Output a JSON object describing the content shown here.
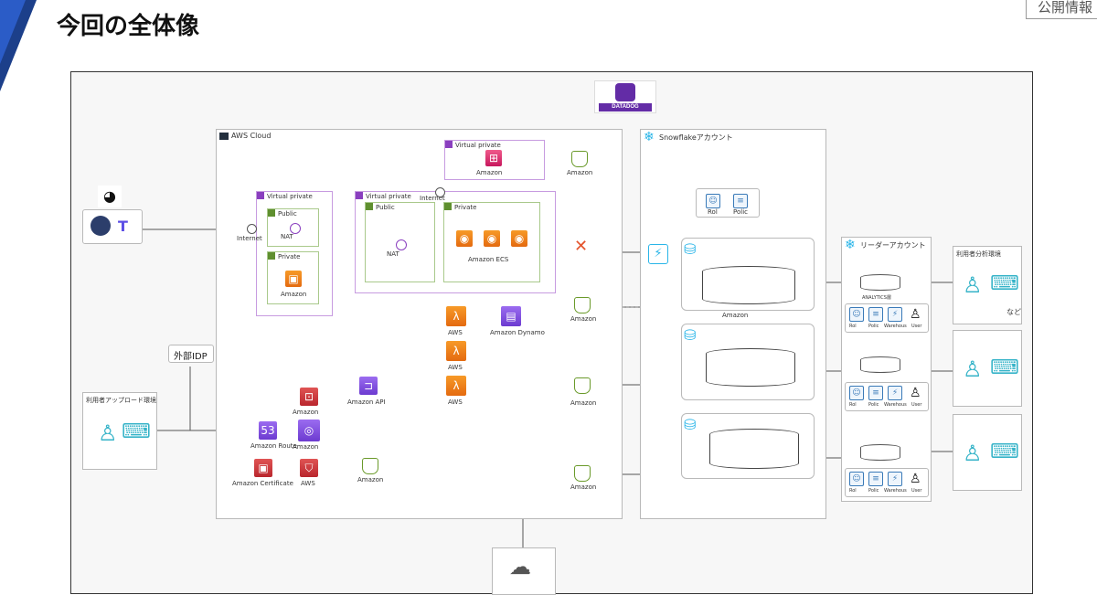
{
  "header": {
    "title": "今回の全体像",
    "corner_label": "公開情報"
  },
  "datadog": {
    "label": "DATADOG"
  },
  "aws": {
    "cloud_label": "AWS Cloud",
    "virtual_private": "Virtual private",
    "public": "Public",
    "private": "Private",
    "nat": "NAT",
    "internet": "Internet",
    "amazon": "Amazon",
    "amazon_ecs": "Amazon ECS",
    "amazon_dynamo": "Amazon Dynamo",
    "aws": "AWS",
    "amazon_api": "Amazon API",
    "amazon_route": "Amazon Route",
    "amazon_certificate": "Amazon Certificate"
  },
  "left": {
    "external_idp": "外部IDP",
    "uploader_env": "利用者アップロード環境",
    "internet": "Internet"
  },
  "snowflake": {
    "account_label": "Snowflakeアカウント",
    "amazon": "Amazon",
    "role_labels": [
      "Rol",
      "Polic"
    ]
  },
  "reader": {
    "account_label": "リーダーアカウント",
    "db_label": "ANALYTICS層",
    "icon_labels": [
      "Rol",
      "Polic",
      "Warehous",
      "User"
    ]
  },
  "analysis": {
    "env_label": "利用者分析環境",
    "etc": "など"
  },
  "colors": {
    "accent": "#1c3f8a",
    "snowflake": "#29b5e8",
    "user": "#35b3c8",
    "aws_orange": "#e46a10"
  }
}
